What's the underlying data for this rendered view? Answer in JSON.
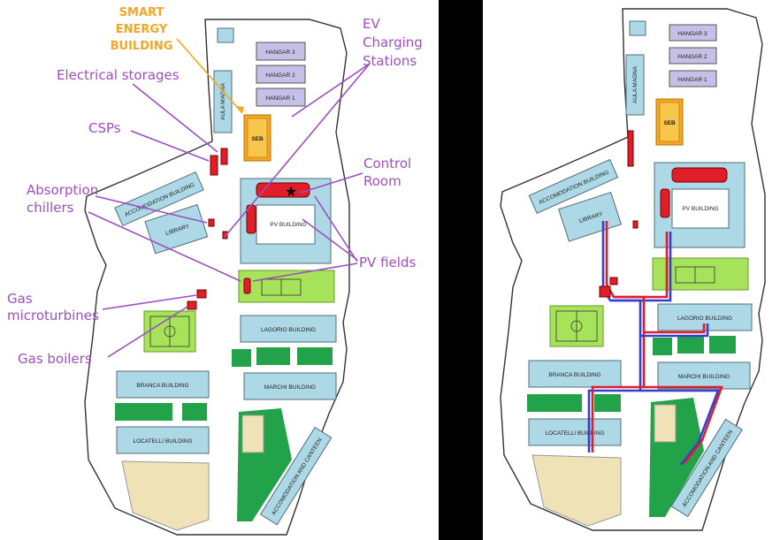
{
  "left_map": {
    "smart_energy_building": [
      "SMART",
      "ENERGY",
      "BUILDING"
    ],
    "callouts": {
      "electrical_storages": "Electrical storages",
      "csps": "CSPs",
      "absorption_chillers": [
        "Absorption",
        "chillers"
      ],
      "gas_microturbines": [
        "Gas",
        "microturbines"
      ],
      "gas_boilers": "Gas boilers",
      "ev_charging_stations": [
        "EV",
        "Charging",
        "Stations"
      ],
      "control_room": [
        "Control",
        "Room"
      ],
      "pv_fields": "PV fields"
    }
  },
  "buildings": {
    "hangar_3": "HANGAR 3",
    "hangar_2": "HANGAR 2",
    "hangar_1": "HANGAR 1",
    "aula_magna": "AULA MAGNA",
    "seb": "SEB",
    "accommodation_building": "ACCOMODATION BUILDING",
    "library": "LIBRARY",
    "pv_building": "PV BUILDING",
    "lagorio_building": "LAGORIO BUILDING",
    "marchi_building": "MARCHI BUILDING",
    "branca_building": "BRANCA BUILDING",
    "locatelli_building": "LOCATELLI BUILDING",
    "accommodation_and_canteen": "ACCOMODATION AND CANTEEN"
  },
  "colors": {
    "building": "#add8e6",
    "hangar": "#c5c0e6",
    "green_area": "#22a34a",
    "sport_field": "#a6e35a",
    "energy_device": "#e01e2a",
    "seb": "#f5a623",
    "callout_text": "#9d4fc0",
    "pipe_supply": "#e01e2a",
    "pipe_return": "#3340d8"
  }
}
